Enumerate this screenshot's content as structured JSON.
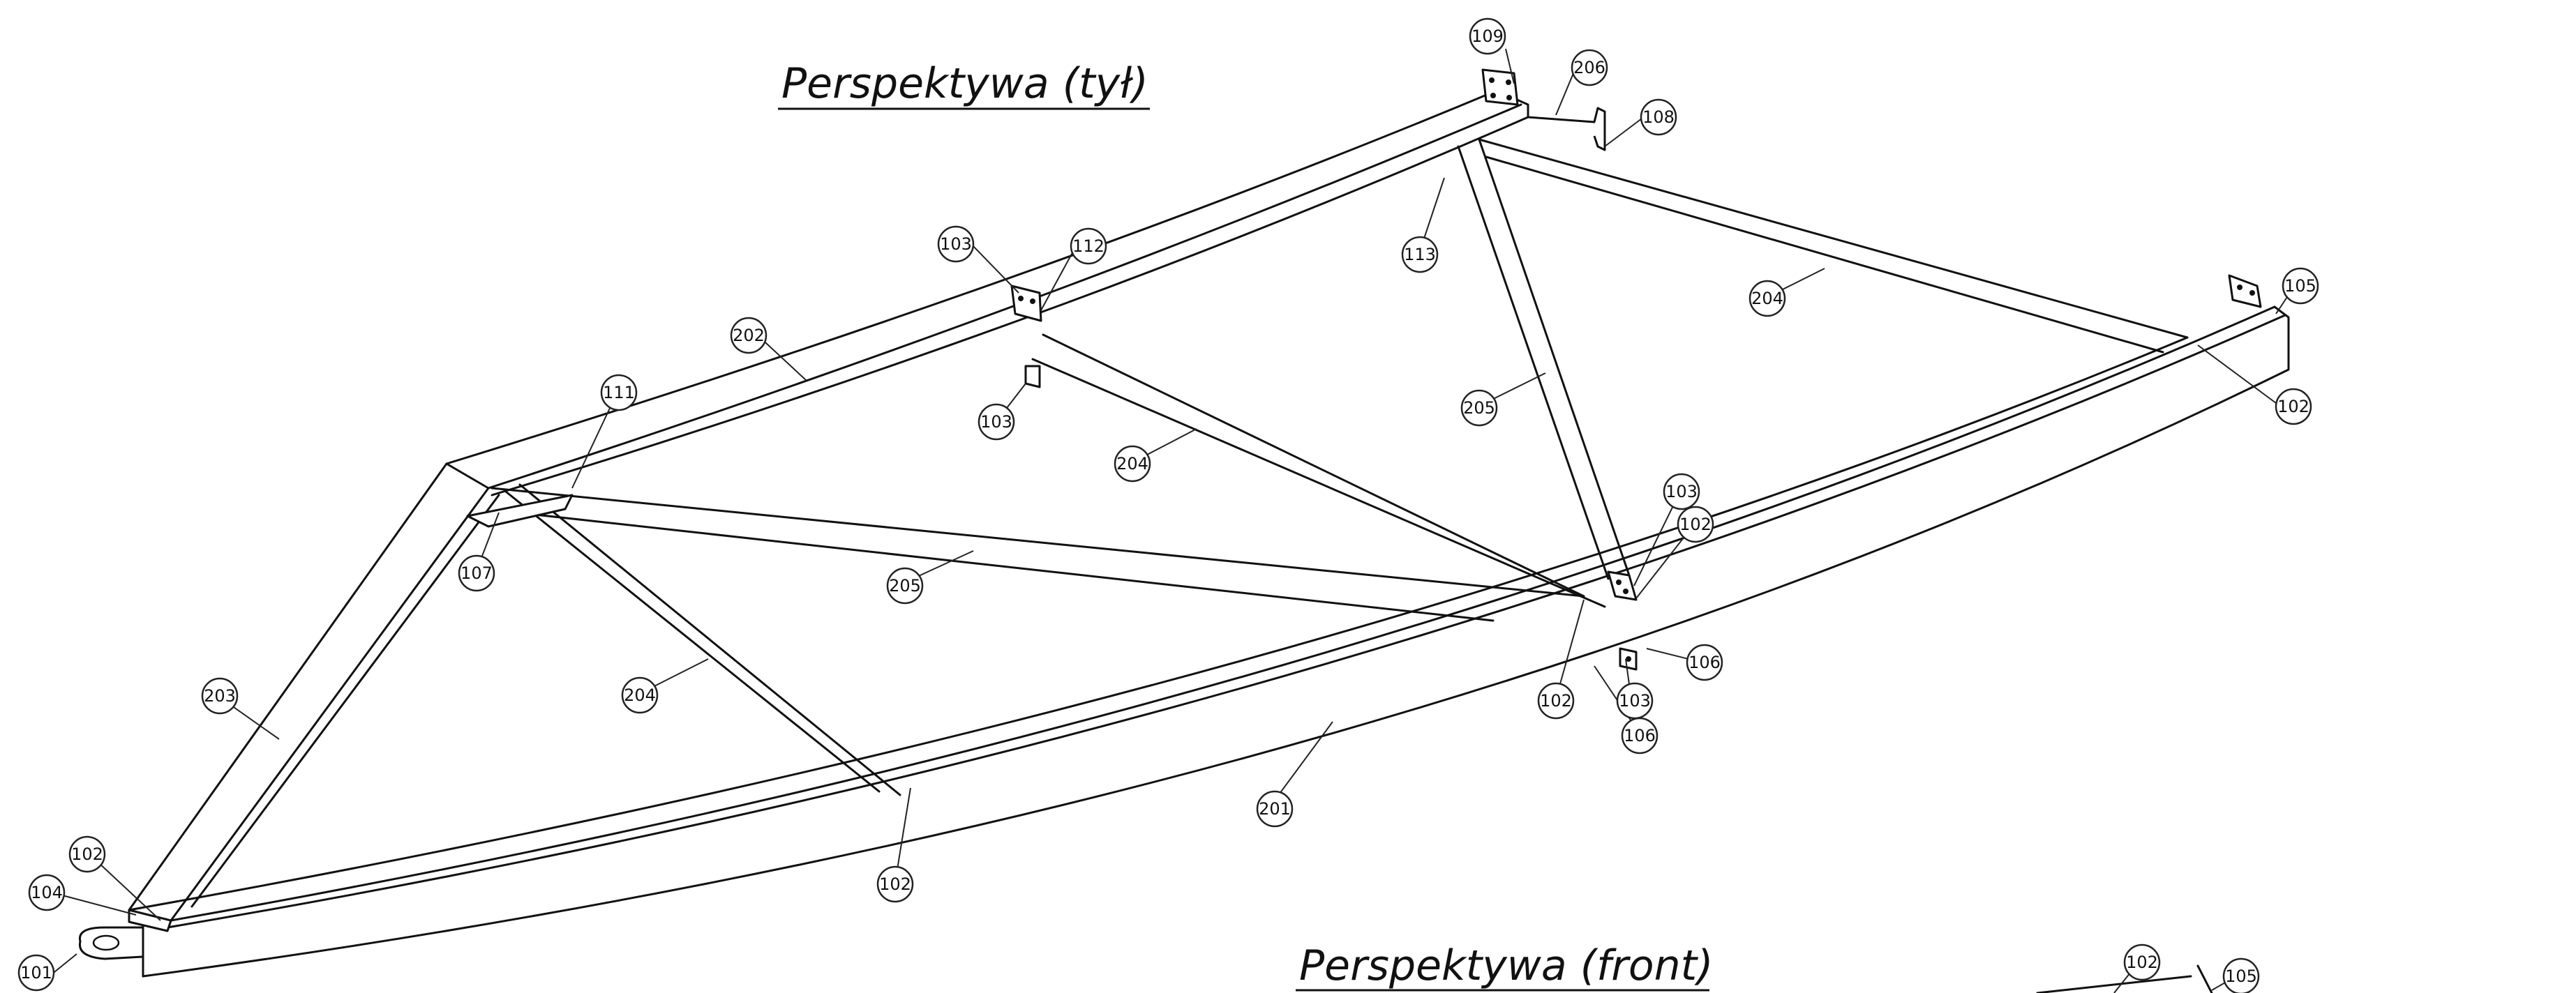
{
  "titles": {
    "back": "Perspektywa (tył)",
    "front": "Perspektywa (front)"
  },
  "balloons": [
    {
      "id": "b109",
      "label": "109"
    },
    {
      "id": "b206",
      "label": "206"
    },
    {
      "id": "b108",
      "label": "108"
    },
    {
      "id": "b103a",
      "label": "103"
    },
    {
      "id": "b112",
      "label": "112"
    },
    {
      "id": "b113",
      "label": "113"
    },
    {
      "id": "b105a",
      "label": "105"
    },
    {
      "id": "b204a",
      "label": "204"
    },
    {
      "id": "b202",
      "label": "202"
    },
    {
      "id": "b111",
      "label": "111"
    },
    {
      "id": "b103b",
      "label": "103"
    },
    {
      "id": "b102a",
      "label": "102"
    },
    {
      "id": "b205a",
      "label": "205"
    },
    {
      "id": "b204b",
      "label": "204"
    },
    {
      "id": "b107",
      "label": "107"
    },
    {
      "id": "b205b",
      "label": "205"
    },
    {
      "id": "b103c",
      "label": "103"
    },
    {
      "id": "b102b",
      "label": "102"
    },
    {
      "id": "b203",
      "label": "203"
    },
    {
      "id": "b204c",
      "label": "204"
    },
    {
      "id": "b106a",
      "label": "106"
    },
    {
      "id": "b102c",
      "label": "102"
    },
    {
      "id": "b103d",
      "label": "103"
    },
    {
      "id": "b106b",
      "label": "106"
    },
    {
      "id": "b201",
      "label": "201"
    },
    {
      "id": "b102d",
      "label": "102"
    },
    {
      "id": "b104",
      "label": "104"
    },
    {
      "id": "b102e",
      "label": "102"
    },
    {
      "id": "b101",
      "label": "101"
    },
    {
      "id": "b102f",
      "label": "102"
    },
    {
      "id": "b105b",
      "label": "105"
    }
  ]
}
